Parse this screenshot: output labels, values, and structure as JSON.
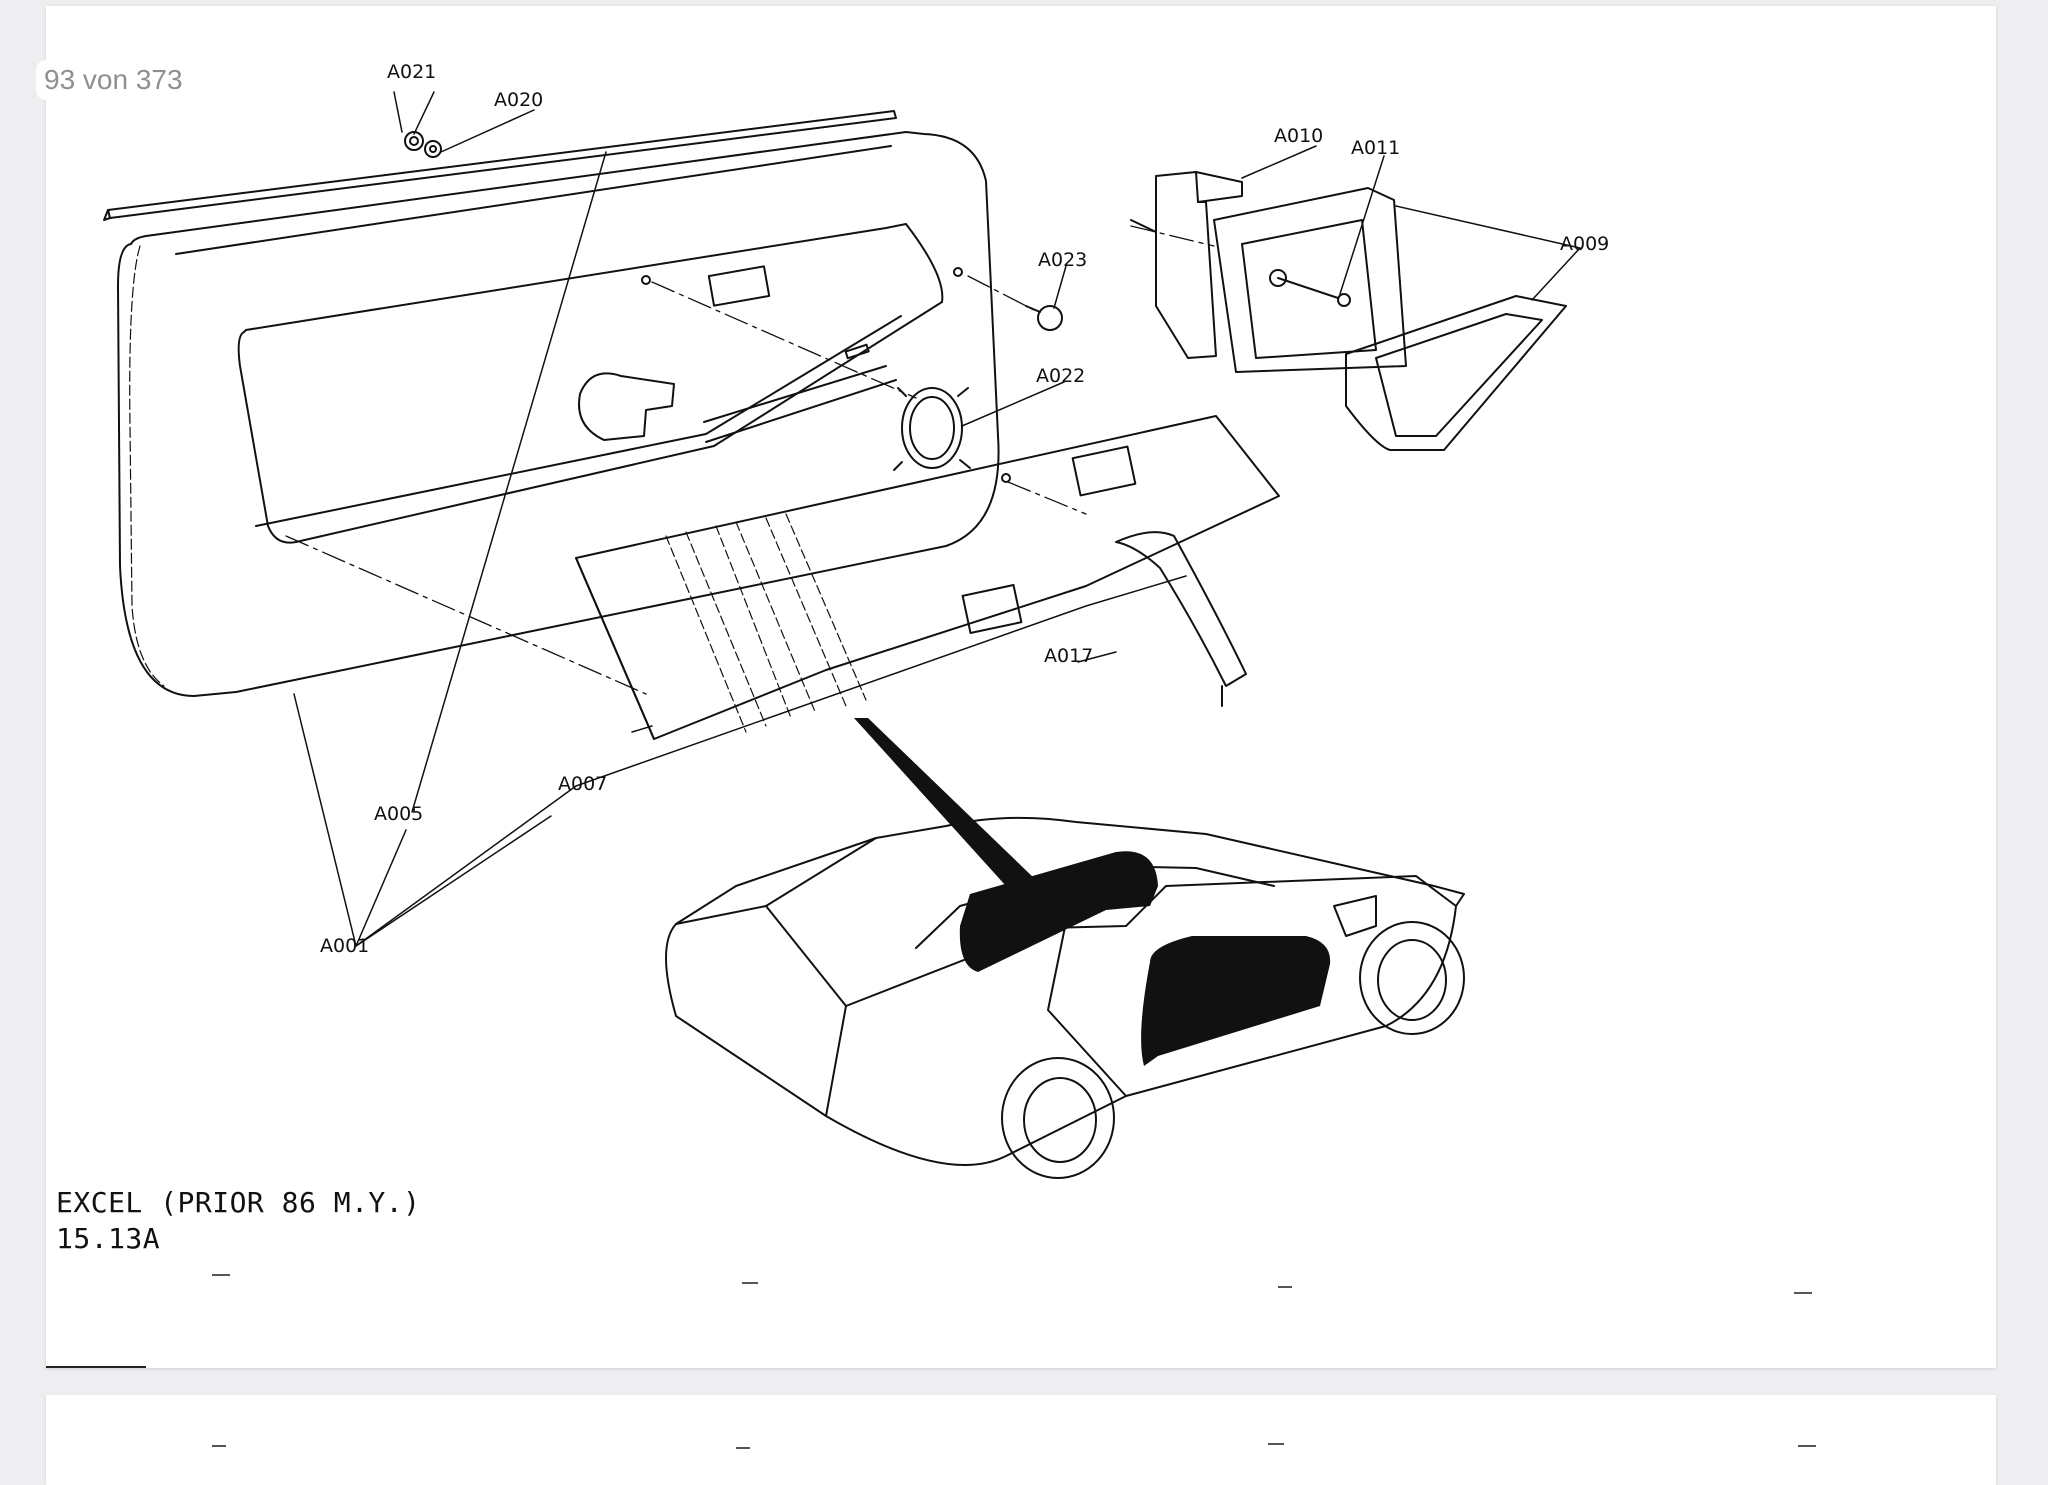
{
  "viewer": {
    "page_indicator": "93 von 373"
  },
  "drawing": {
    "callouts": {
      "a021": "A021",
      "a020": "A020",
      "a010": "A010",
      "a011": "A011",
      "a009": "A009",
      "a023": "A023",
      "a022": "A022",
      "a017": "A017",
      "a007": "A007",
      "a005": "A005",
      "a001": "A001"
    },
    "caption_title": "EXCEL (PRIOR 86 M.Y.)",
    "caption_code": "15.13A"
  }
}
